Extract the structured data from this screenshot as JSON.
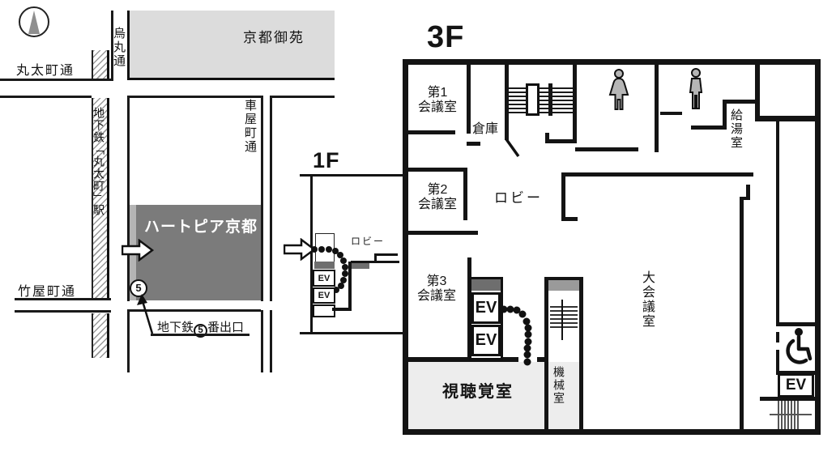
{
  "colors": {
    "wall": "#141414",
    "park_fill": "#dcdcdc",
    "building_fill": "#7b7b7b",
    "building_edge_fill": "#b4b4b4",
    "room_fill_light": "#ededed",
    "elevator_cap": "#6e6e6e",
    "stair_cap": "#9a9a9a",
    "figure_fill": "#b5b5b5"
  },
  "map": {
    "park_label": "京都御苑",
    "street_marutamachi": "丸太町通",
    "street_karasuma": "烏丸通",
    "street_kurumayacho": "車屋町通",
    "street_takeyacho": "竹屋町通",
    "subway_station": "地下鉄「丸太町」駅",
    "building_name": "ハートピア京都",
    "exit_marker": "5",
    "exit_note": {
      "prefix": "地下鉄",
      "number": "5",
      "suffix": "番出口"
    },
    "icons": {
      "compass": "north-compass",
      "entrance_arrow": "entrance-arrow"
    }
  },
  "floor1": {
    "title": "1F",
    "lobby_label": "ロビー",
    "elevators": [
      "EV",
      "EV"
    ],
    "icons": {
      "entrance_arrow": "entrance-arrow",
      "walk_path": "dotted-route"
    }
  },
  "floor3": {
    "title": "3F",
    "meeting_room_1": {
      "line1": "第1",
      "line2": "会議室"
    },
    "meeting_room_2": {
      "line1": "第2",
      "line2": "会議室"
    },
    "meeting_room_3": {
      "line1": "第3",
      "line2": "会議室"
    },
    "storage": "倉庫",
    "lobby": "ロビー",
    "kitchenette": "給湯室",
    "large_meeting_room": "大会議室",
    "av_room": "視聴覚室",
    "machine_room": "機械室",
    "elevators": [
      "EV",
      "EV"
    ],
    "accessible_elevator": "EV",
    "icons": {
      "women_restroom": "women-restroom-icon",
      "men_restroom": "men-restroom-icon",
      "wheelchair": "wheelchair-accessible-icon",
      "stairs": "stairs-icon",
      "walk_path": "dotted-route"
    }
  }
}
